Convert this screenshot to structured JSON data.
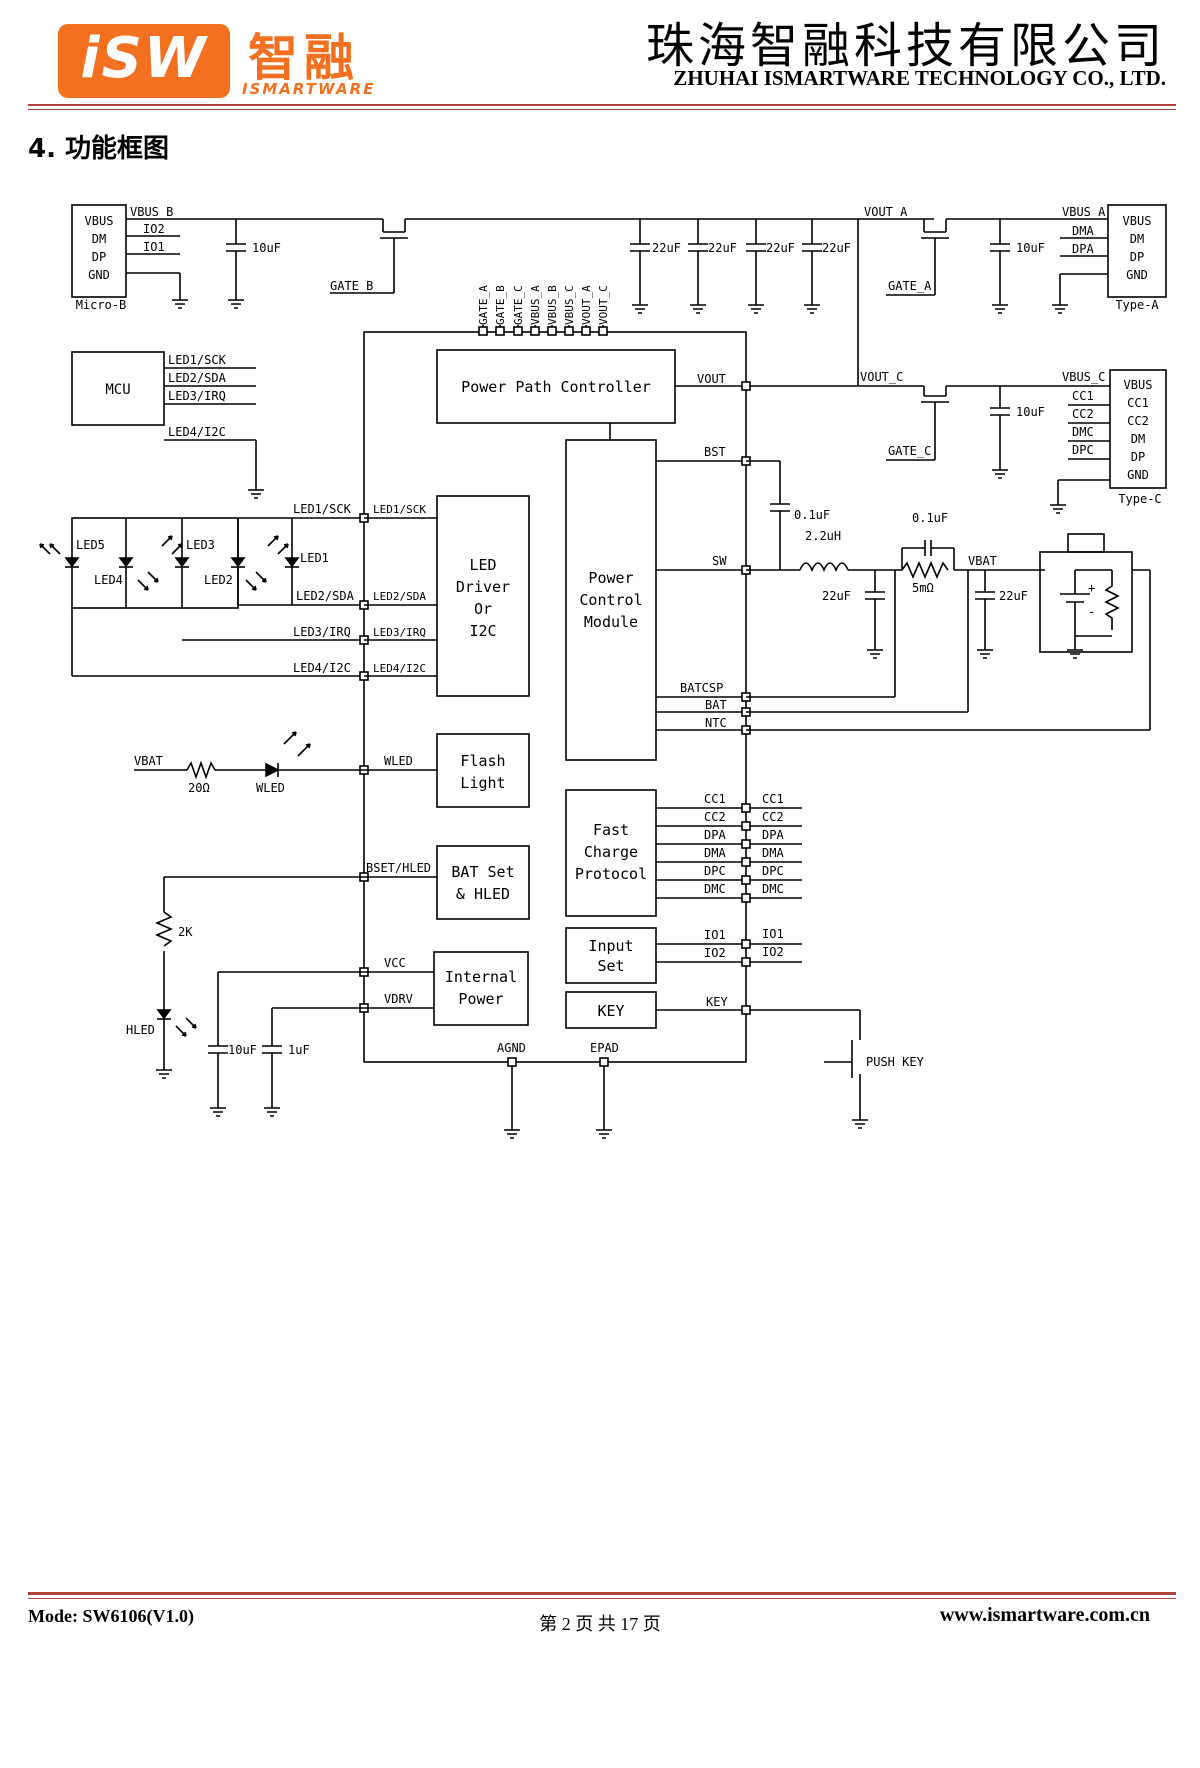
{
  "header": {
    "logo_text": "iSW",
    "logo_cn": "智融",
    "logo_en": "ISMARTWARE",
    "company_cn": "珠海智融科技有限公司",
    "company_en": "ZHUHAI ISMARTWARE TECHNOLOGY CO., LTD."
  },
  "section": {
    "title": "4.  功能框图"
  },
  "diagram": {
    "connectors": {
      "micro_b": {
        "label": "Micro-B",
        "pins": [
          "VBUS",
          "DM",
          "DP",
          "GND"
        ]
      },
      "type_a": {
        "label": "Type-A",
        "pins": [
          "VBUS",
          "DM",
          "DP",
          "GND"
        ]
      },
      "type_c": {
        "label": "Type-C",
        "pins": [
          "VBUS",
          "CC1",
          "CC2",
          "DM",
          "DP",
          "GND"
        ]
      }
    },
    "blocks": {
      "mcu": "MCU",
      "power_path": "Power Path Controller",
      "led_driver": [
        "LED",
        "Driver",
        "Or",
        "I2C"
      ],
      "power_control": [
        "Power",
        "Control",
        "Module"
      ],
      "flash_light": [
        "Flash",
        "Light"
      ],
      "fast_charge": [
        "Fast",
        "Charge",
        "Protocol"
      ],
      "bat_set": [
        "BAT Set",
        "& HLED"
      ],
      "input_set": [
        "Input",
        "Set"
      ],
      "internal_power": [
        "Internal",
        "Power"
      ],
      "key": "KEY"
    },
    "nets": {
      "vbus_b": "VBUS_B",
      "io2": "IO2",
      "io1": "IO1",
      "gate_b": "GATE_B",
      "vout_a": "VOUT_A",
      "gate_a": "GATE_A",
      "vbus_a": "VBUS_A",
      "dma": "DMA",
      "dpa": "DPA",
      "vout": "VOUT",
      "vout_c": "VOUT_C",
      "gate_c": "GATE_C",
      "vbus_c": "VBUS_C",
      "cc1": "CC1",
      "cc2": "CC2",
      "dmc": "DMC",
      "dpc": "DPC",
      "bst": "BST",
      "sw": "SW",
      "vbat": "VBAT",
      "batcsp": "BATCSP",
      "bat": "BAT",
      "ntc": "NTC",
      "wled": "WLED",
      "bset_hled": "BSET/HLED",
      "vcc": "VCC",
      "vdrv": "VDRV",
      "agnd": "AGND",
      "epad": "EPAD",
      "key": "KEY",
      "push_key": "PUSH KEY",
      "hled": "HLED",
      "led1_sck": "LED1/SCK",
      "led2_sda": "LED2/SDA",
      "led3_irq": "LED3/IRQ",
      "led4_i2c": "LED4/I2C",
      "top_pins": [
        "GATE_A",
        "GATE_B",
        "GATE_C",
        "VBUS_A",
        "VBUS_B",
        "VBUS_C",
        "VOUT_A",
        "VOUT_C"
      ]
    },
    "leds": [
      "LED1",
      "LED2",
      "LED3",
      "LED4",
      "LED5"
    ],
    "components": {
      "cap_10uf": "10uF",
      "cap_22uf": "22uF",
      "cap_01uf": "0.1uF",
      "cap_1uf": "1uF",
      "inductor": "2.2uH",
      "r_sense": "5mΩ",
      "r_wled": "20Ω",
      "r_2k": "2K"
    }
  },
  "footer": {
    "model": "Mode: SW6106(V1.0)",
    "page": "第 2 页 共 17 页",
    "website": "www.ismartware.com.cn"
  }
}
